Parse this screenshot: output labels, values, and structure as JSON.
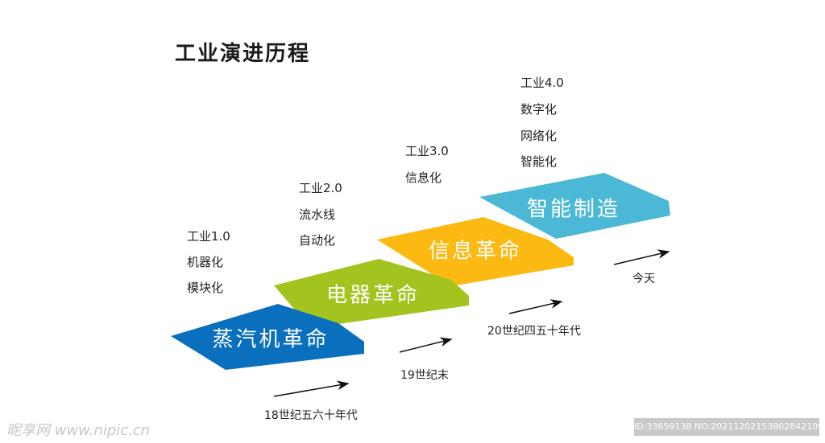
{
  "title": "工业演进历程",
  "stages": [
    {
      "band": "蒸汽机革命",
      "items": [
        "工业1.0",
        "机器化",
        "模块化"
      ],
      "time": "18世纪五六十年代",
      "color": "#0a6fbd"
    },
    {
      "band": "电器革命",
      "items": [
        "工业2.0",
        "流水线",
        "自动化"
      ],
      "time": "19世纪末",
      "color": "#a3c41f"
    },
    {
      "band": "信息革命",
      "items": [
        "工业3.0",
        "信息化"
      ],
      "time": "20世纪四五十年代",
      "color": "#fbb911"
    },
    {
      "band": "智能制造",
      "items": [
        "工业4.0",
        "数字化",
        "网络化",
        "智能化"
      ],
      "time": "今天",
      "color": "#4bb8d6"
    }
  ],
  "watermark": {
    "left": "昵享网 www.nipic.cn",
    "right": "ID:33659138 NO:20211202153902842109"
  }
}
